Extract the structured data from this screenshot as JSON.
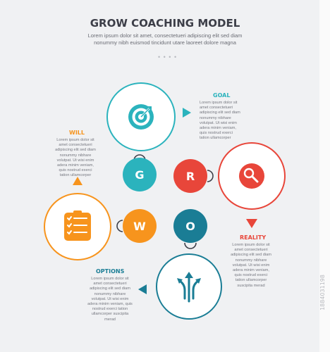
{
  "header": {
    "title": "GROW COACHING MODEL",
    "subtitle": "Lorem ipsum dolor sit amet, consectetueri adipiscing elit sed diam nonummy nibh euismod tincidunt utare laoreet dolore magna",
    "dots": "• • • •"
  },
  "steps": {
    "goal": {
      "heading": "GOAL",
      "letter": "G",
      "icon": "target-icon",
      "color": "#2bb3bd",
      "text": "Lorem ipsum dolor sit amet consectetueri adipiscing elit sed diam nonummy nibhare volutpat. Ut wisi enim adera minim veniam, quis nostrud exerci tation ullamcorper"
    },
    "reality": {
      "heading": "REALITY",
      "letter": "R",
      "icon": "magnifier-icon",
      "color": "#e8463a",
      "text": "Lorem ipsum dolor sit amet consectetueri adipiscing elit sed diam nonummy nibhare volutpat. Ut wisi enim adera minim veniam, quis nostrud exerci tation ullamcorper suscipita merad"
    },
    "options": {
      "heading": "OPTIONS",
      "letter": "O",
      "icon": "split-arrows-icon",
      "color": "#1a7d95",
      "text": "Lorem ipsum dolor sit amet consectetueri adipiscing elit sed diam nonummy nibhare volutpat. Ut wisi enim adera minim veniam, quis nostrud exerci tation ullamcorper suscipita merad"
    },
    "will": {
      "heading": "WILL",
      "letter": "W",
      "icon": "checklist-icon",
      "color": "#f7941d",
      "text": "Lorem ipsum dolor sit amet consectetueri adipiscing elit sed diam nonummy nibhare volutpat. Ut wisi enim adera minim veniam, quis nostrud exerci tation ullamcorper"
    }
  },
  "side_id": "1884031198"
}
